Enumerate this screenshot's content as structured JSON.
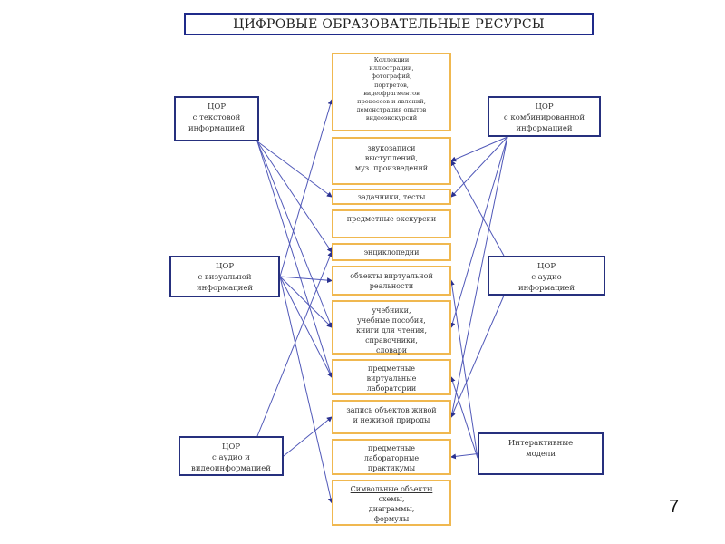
{
  "title": "ЦИФРОВЫЕ ОБРАЗОВАТЕЛЬНЫЕ РЕСУРСЫ",
  "page_number": "7",
  "colors": {
    "source_border": "#26307e",
    "resource_border": "#f0b850",
    "arrow": "#4a52b0"
  },
  "sources": {
    "text": [
      "ЦОР",
      "с текстовой",
      "информацией"
    ],
    "combined": [
      "ЦОР",
      "с комбинированной",
      "информацией"
    ],
    "visual": [
      "ЦОР",
      "с визуальной",
      "информацией"
    ],
    "audio": [
      "ЦОР",
      "с аудио",
      "информацией"
    ],
    "av": [
      "ЦОР",
      "с аудио и",
      "видеоинформацией"
    ],
    "interactive": [
      "Интерактивные",
      "модели"
    ]
  },
  "resources": {
    "collections": [
      "Коллекции",
      "иллюстрации,",
      "фотографий,",
      "портретов,",
      "видеофрагментов",
      "процессов и явлений,",
      "демонстрация опытов",
      "видеоэкскурсий"
    ],
    "sound": [
      "звукозаписи",
      "выступлений,",
      "муз. произведений"
    ],
    "tasks": [
      "задачники, тесты"
    ],
    "excursions": [
      "предметные экскурсии"
    ],
    "encyclopedias": [
      "энциклопедии"
    ],
    "vr": [
      "объекты виртуальной",
      "реальности"
    ],
    "textbooks": [
      "учебники,",
      "учебные пособия,",
      "книги для чтения,",
      "справочники,",
      "словари"
    ],
    "labs": [
      "предметные",
      "виртуальные",
      "лаборатории"
    ],
    "nature": [
      "запись  объектов живой",
      "и неживой природы"
    ],
    "practicums": [
      "предметные",
      "лабораторные",
      "практикумы"
    ],
    "symbolic": [
      "Символьные объекты",
      "схемы,",
      "диаграммы,",
      "формулы"
    ]
  },
  "connections": [
    [
      "text",
      "tasks"
    ],
    [
      "text",
      "encyclopedias"
    ],
    [
      "text",
      "textbooks"
    ],
    [
      "text",
      "labs"
    ],
    [
      "visual",
      "collections"
    ],
    [
      "visual",
      "vr"
    ],
    [
      "visual",
      "textbooks"
    ],
    [
      "visual",
      "labs"
    ],
    [
      "visual",
      "symbolic"
    ],
    [
      "av",
      "encyclopedias"
    ],
    [
      "av",
      "nature"
    ],
    [
      "combined",
      "tasks"
    ],
    [
      "combined",
      "sound"
    ],
    [
      "combined",
      "textbooks"
    ],
    [
      "combined",
      "nature"
    ],
    [
      "audio",
      "sound"
    ],
    [
      "audio",
      "nature"
    ],
    [
      "interactive",
      "vr"
    ],
    [
      "interactive",
      "labs"
    ],
    [
      "interactive",
      "practicums"
    ]
  ]
}
